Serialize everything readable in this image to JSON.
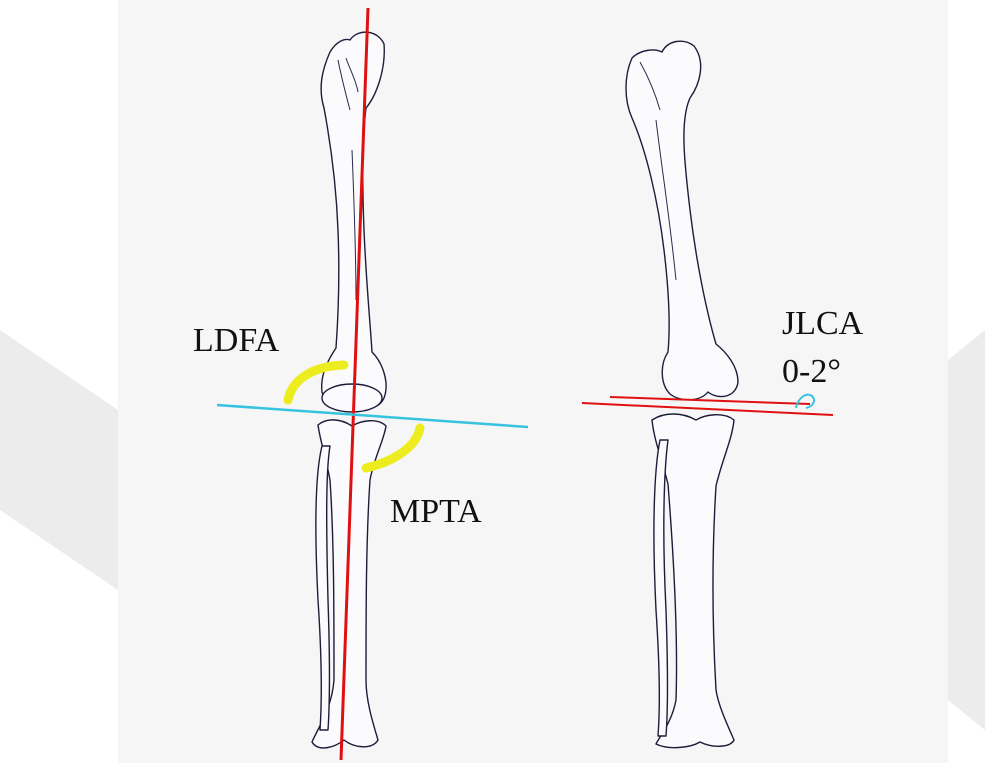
{
  "labels": {
    "ldfa": "LDFA",
    "mpta": "MPTA",
    "jlca": "JLCA",
    "jlca_value": "0-2°"
  },
  "colors": {
    "mechanical_axis": "#e01010",
    "joint_line_blue": "#35c3e0",
    "angle_arc_yellow": "#ecec1e",
    "jlca_arc": "#35c3e0",
    "bone_outline": "#1d1d3a",
    "watermark": "#e9e9e9"
  },
  "icons": {
    "left_leg": "femur-tibia-fibula-drawing",
    "right_leg": "femur-tibia-fibula-drawing",
    "watermark": "chevron-watermark"
  }
}
